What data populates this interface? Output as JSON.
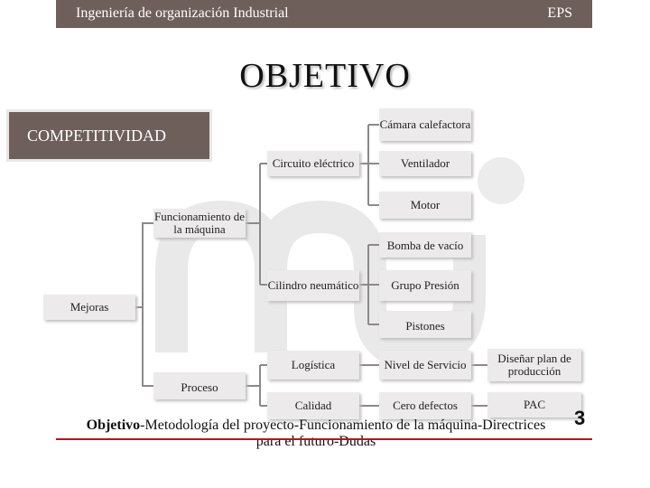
{
  "header": {
    "left": "Ingeniería de organización Industrial",
    "right": "EPS"
  },
  "title": "OBJETIVO",
  "competitividad": "COMPETITIVIDAD",
  "nodes": {
    "camara": "Cámara calefactora",
    "circuito": "Circuito eléctrico",
    "ventilador": "Ventilador",
    "motor": "Motor",
    "funcionamiento": "Funcionamiento de la máquina",
    "bomba": "Bomba de vacío",
    "cilindro": "Cilindro neumático",
    "grupo": "Grupo Presión",
    "mejoras": "Mejoras",
    "pistones": "Pistones",
    "logistica": "Logística",
    "nivel": "Nivel de Servicio",
    "disenar": "Diseñar plan de producción",
    "proceso": "Proceso",
    "calidad": "Calidad",
    "cero": "Cero defectos",
    "pac": "PAC"
  },
  "footer": {
    "bold": "Objetivo",
    "text": "-Metodología del proyecto-Funcionamiento de la máquina-Directrices para el futuro-Dudas"
  },
  "page_number": "3",
  "colors": {
    "header": "#6f5f5a",
    "node": "#eceaea",
    "footer_line": "#a31f1f"
  }
}
